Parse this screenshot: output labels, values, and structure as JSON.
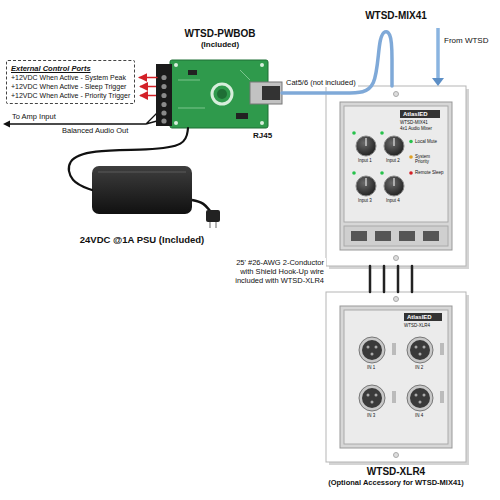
{
  "diagram": {
    "nodes": [
      {
        "text": [
          "External Control Ports",
          "+12VDC When Active - System Peak",
          "+12VDC When Active - Sleep Trigger",
          "+12VDC When Active - Priority Trigger"
        ]
      },
      {
        "text": [
          "WTSD-PWBOB",
          "(Included)"
        ]
      },
      {
        "text": [
          "WTSD-MIX41"
        ]
      },
      {
        "text": [
          "24VDC @1A PSU (Included)"
        ]
      },
      {
        "text": [
          "WTSD-XLR4",
          "(Optional Accessory for WTSD-MIX41)"
        ]
      }
    ],
    "edges": [
      {
        "from": 1,
        "to": 0,
        "arrow": "to"
      },
      {
        "from": 1,
        "to": 2,
        "label": "Cat5/6 (not included)",
        "arrow": "none"
      },
      {
        "from": 1,
        "to": 3,
        "arrow": "none"
      },
      {
        "from": 2,
        "to": 4,
        "label": "25' #26-AWG 2-Conductor with Shield Hook-Up wire included with WTSD-XLR4",
        "arrow": "none"
      }
    ],
    "labels": [
      "RJ45",
      "To Amp Input",
      "Balanced Audio Out",
      "From WTSD",
      "AtlasIED",
      "WTSD-MIX41",
      "4x1 Audio Mixer",
      "Input 1",
      "Input 2",
      "Input 3",
      "Input 4",
      "Local Mute",
      "System Priority",
      "Remote Sleep",
      "AtlasIED",
      "WTSD-XLR4",
      "IN 1",
      "IN 2",
      "IN 3",
      "IN 4"
    ]
  }
}
